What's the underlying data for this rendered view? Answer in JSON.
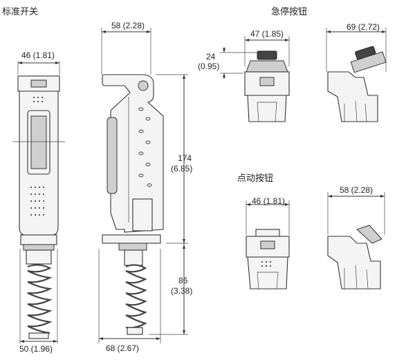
{
  "labels": {
    "standard_switch": "标准开关",
    "emergency_stop": "急停按钮",
    "jog_button": "点动按钮"
  },
  "dimensions": {
    "std_top_width": "46 (1.81)",
    "std_bottom_width": "50 (1.96)",
    "side_top_width": "58 (2.28)",
    "side_bottom_width": "68 (2.67)",
    "height_main_mm": "174",
    "height_main_in": "(6.85)",
    "height_lower_mm": "86",
    "height_lower_in": "(3.38)",
    "estop_front_width": "47 (1.85)",
    "estop_side_width": "69 (2.72)",
    "estop_height_mm": "24",
    "estop_height_in": "(0.95)",
    "jog_front_width": "46 (1.81)",
    "jog_side_width": "58 (2.28)"
  }
}
